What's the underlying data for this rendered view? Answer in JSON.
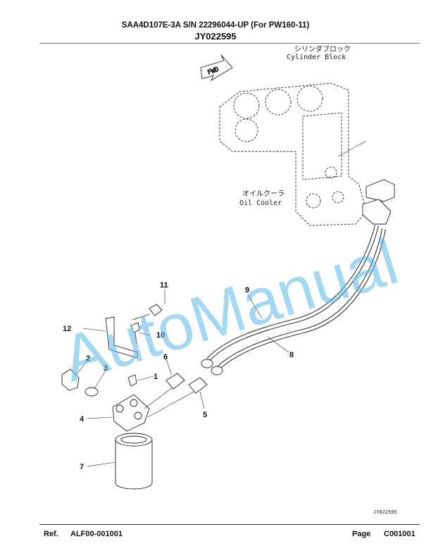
{
  "header": {
    "model_line": "SAA4D107E-3A S/N 22296044-UP (For PW160-11)",
    "page_code": "JY022595"
  },
  "drawing": {
    "fwd_label": "FWD",
    "cylinder_block_jp": "シリンダブロック",
    "cylinder_block_en": "Cylinder Block",
    "oil_cooler_jp": "オイルクーラ",
    "oil_cooler_en": "Oil Cooler",
    "drawing_id": "JY022595",
    "watermark": "AutoManual",
    "callouts": [
      "1",
      "2",
      "3",
      "4",
      "5",
      "6",
      "7",
      "8",
      "9",
      "10",
      "11",
      "12"
    ]
  },
  "footer": {
    "ref_label": "Ref.",
    "ref_value": "ALF00-001001",
    "page_label": "Page",
    "page_value": "C001001"
  }
}
